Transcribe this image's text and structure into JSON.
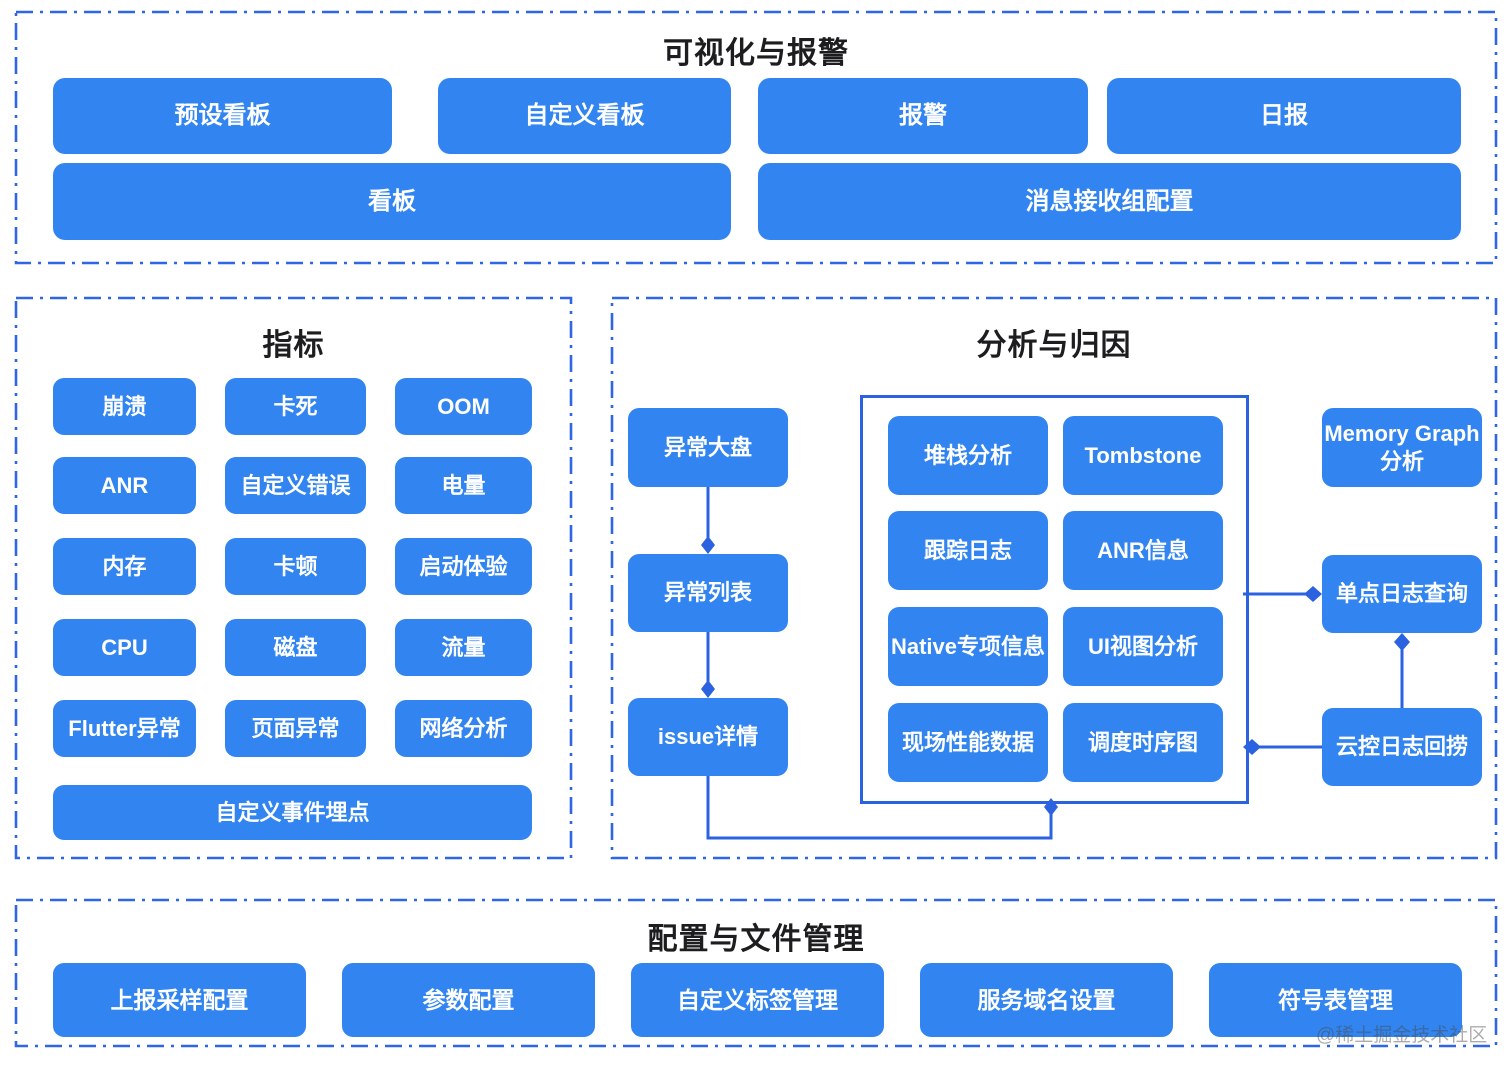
{
  "colors": {
    "node_fill": "#3285f0",
    "node_text": "#ffffff",
    "connector": "#2b62e0",
    "dashed_border": "#2e66e5",
    "title_text": "#1d1d1f"
  },
  "sections": {
    "visualization": {
      "title": "可视化与报警",
      "buttons": {
        "preset_board": "预设看板",
        "custom_board": "自定义看板",
        "alarm": "报警",
        "daily_report": "日报",
        "board": "看板",
        "message_group_config": "消息接收组配置"
      }
    },
    "metrics": {
      "title": "指标",
      "items": [
        "崩溃",
        "卡死",
        "OOM",
        "ANR",
        "自定义错误",
        "电量",
        "内存",
        "卡顿",
        "启动体验",
        "CPU",
        "磁盘",
        "流量",
        "Flutter异常",
        "页面异常",
        "网络分析"
      ],
      "full_width_item": "自定义事件埋点"
    },
    "analysis": {
      "title": "分析与归因",
      "flow": [
        "异常大盘",
        "异常列表",
        "issue详情"
      ],
      "detail_items": [
        "堆栈分析",
        "Tombstone",
        "跟踪日志",
        "ANR信息",
        "Native专项信息",
        "UI视图分析",
        "现场性能数据",
        "调度时序图"
      ],
      "right_items": [
        "Memory Graph分析",
        "单点日志查询",
        "云控日志回捞"
      ]
    },
    "config": {
      "title": "配置与文件管理",
      "items": [
        "上报采样配置",
        "参数配置",
        "自定义标签管理",
        "服务域名设置",
        "符号表管理"
      ]
    }
  },
  "watermark": "@稀土掘金技术社区"
}
